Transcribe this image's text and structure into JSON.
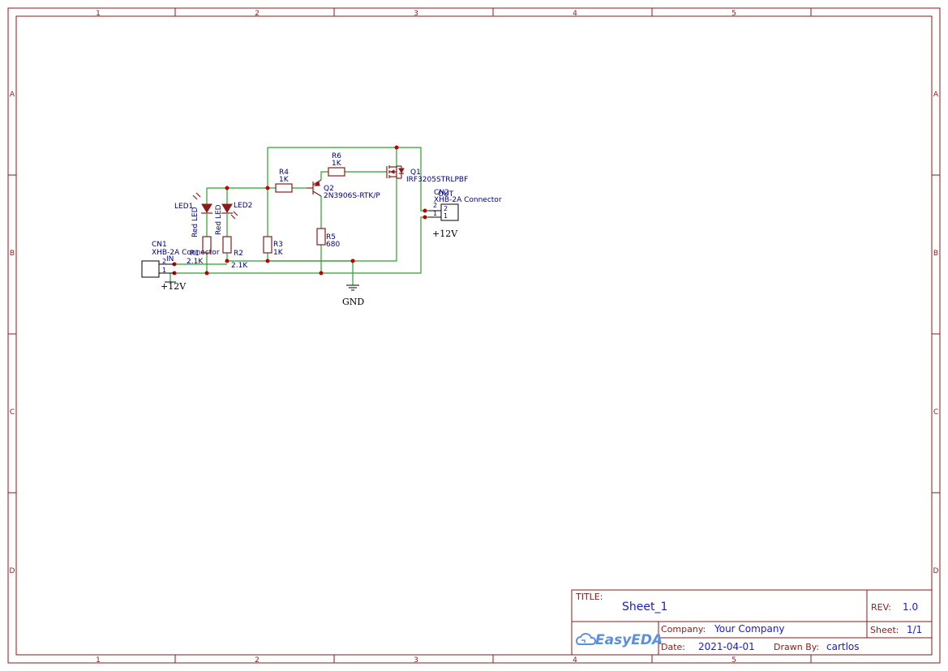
{
  "frame": {
    "columns": [
      "1",
      "2",
      "3",
      "4",
      "5"
    ],
    "rows": [
      "A",
      "B",
      "C",
      "D"
    ]
  },
  "components": {
    "cn1": {
      "ref": "CN1",
      "value": "XHB-2A Connector",
      "pin2": "2",
      "pin1": "1",
      "net_label": "IN"
    },
    "cn2": {
      "ref": "CN2",
      "value": "XHB-2A Connector",
      "pin2": "2",
      "pin1": "1",
      "net_label": "OUT"
    },
    "led1": {
      "ref": "LED1",
      "value": "Red LED"
    },
    "led2": {
      "ref": "LED2",
      "value": "Red LED"
    },
    "r1": {
      "ref": "R1",
      "value": "2.1K"
    },
    "r2": {
      "ref": "R2",
      "value": "2.1K"
    },
    "r3": {
      "ref": "R3",
      "value": "1K"
    },
    "r4": {
      "ref": "R4",
      "value": "1K"
    },
    "r5": {
      "ref": "R5",
      "value": "680"
    },
    "r6": {
      "ref": "R6",
      "value": "1K"
    },
    "q1": {
      "ref": "Q1",
      "value": "IRF3205STRLPBF"
    },
    "q2": {
      "ref": "Q2",
      "value": "2N3906S-RTK/P"
    }
  },
  "nets": {
    "vin": "+12V",
    "vout": "+12V",
    "gnd": "GND"
  },
  "title_block": {
    "title_label": "TITLE:",
    "title": "Sheet_1",
    "rev_label": "REV:",
    "rev": "1.0",
    "company_label": "Company:",
    "company": "Your Company",
    "sheet_label": "Sheet:",
    "sheet": "1/1",
    "date_label": "Date:",
    "date": "2021-04-01",
    "drawn_label": "Drawn By:",
    "drawn": "cartlos",
    "brand": "EasyEDA",
    "brand_logo_icon": "cloud-logo-icon"
  },
  "colors": {
    "frame": "#8b1a1a",
    "wire": "#2ca02c",
    "component": "#8b1a1a",
    "text": "#000080",
    "junction": "#c00000",
    "title_value": "#1a1ad0"
  }
}
